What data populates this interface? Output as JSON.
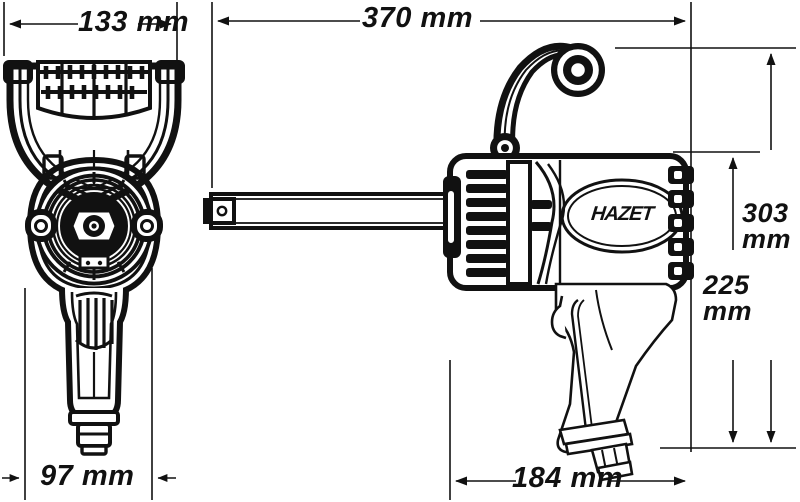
{
  "drawing": {
    "title": "Pneumatic impact wrench dimension drawing",
    "product_brand": "HAZET",
    "units": "mm",
    "line_color": "#111111",
    "background_color": "#ffffff",
    "views": [
      {
        "name": "front-view",
        "position": "left"
      },
      {
        "name": "side-view",
        "position": "right"
      }
    ]
  },
  "dimensions": {
    "width_top_left": {
      "value": "133 mm",
      "axis": "horizontal",
      "view": "front-view",
      "arrows": "outward"
    },
    "length_top_right": {
      "value": "370 mm",
      "axis": "horizontal",
      "view": "side-view",
      "arrows": "outward"
    },
    "height_outer": {
      "line1": "303",
      "line2": "mm",
      "value": "303 mm",
      "axis": "vertical",
      "view": "side-view",
      "arrows": "outward"
    },
    "height_inner": {
      "line1": "225",
      "line2": "mm",
      "value": "225 mm",
      "axis": "vertical",
      "view": "side-view",
      "arrows": "outward"
    },
    "width_bottom_left": {
      "value": "97 mm",
      "axis": "horizontal",
      "view": "front-view",
      "arrows": "inward"
    },
    "depth_bottom_right": {
      "value": "184 mm",
      "axis": "horizontal",
      "view": "side-view",
      "arrows": "outward"
    }
  },
  "branding": {
    "logo_text": "HAZET"
  }
}
